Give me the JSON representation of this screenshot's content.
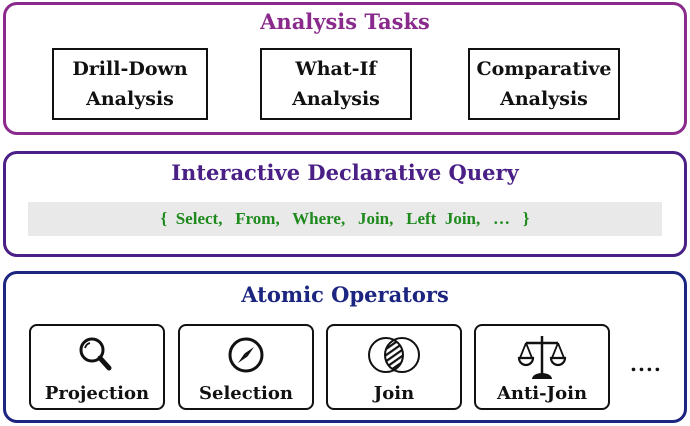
{
  "analysis_tasks": {
    "title": "Analysis Tasks",
    "color": "#8A2A8C",
    "items": [
      {
        "line1": "Drill-Down",
        "line2": "Analysis"
      },
      {
        "line1": "What-If",
        "line2": "Analysis"
      },
      {
        "line1": "Comparative",
        "line2": "Analysis"
      }
    ]
  },
  "declarative_query": {
    "title": "Interactive Declarative Query",
    "color": "#4A1F86",
    "query_text": "{  Select,   From,   Where,   Join,   Left  Join,   …   }",
    "query_color": "#1E8A1E"
  },
  "atomic_operators": {
    "title": "Atomic Operators",
    "color": "#1C2580",
    "items": [
      {
        "label": "Projection",
        "icon": "magnifier-icon"
      },
      {
        "label": "Selection",
        "icon": "compass-icon"
      },
      {
        "label": "Join",
        "icon": "venn-intersection-icon"
      },
      {
        "label": "Anti-Join",
        "icon": "balance-scale-icon"
      }
    ],
    "more": "...."
  }
}
